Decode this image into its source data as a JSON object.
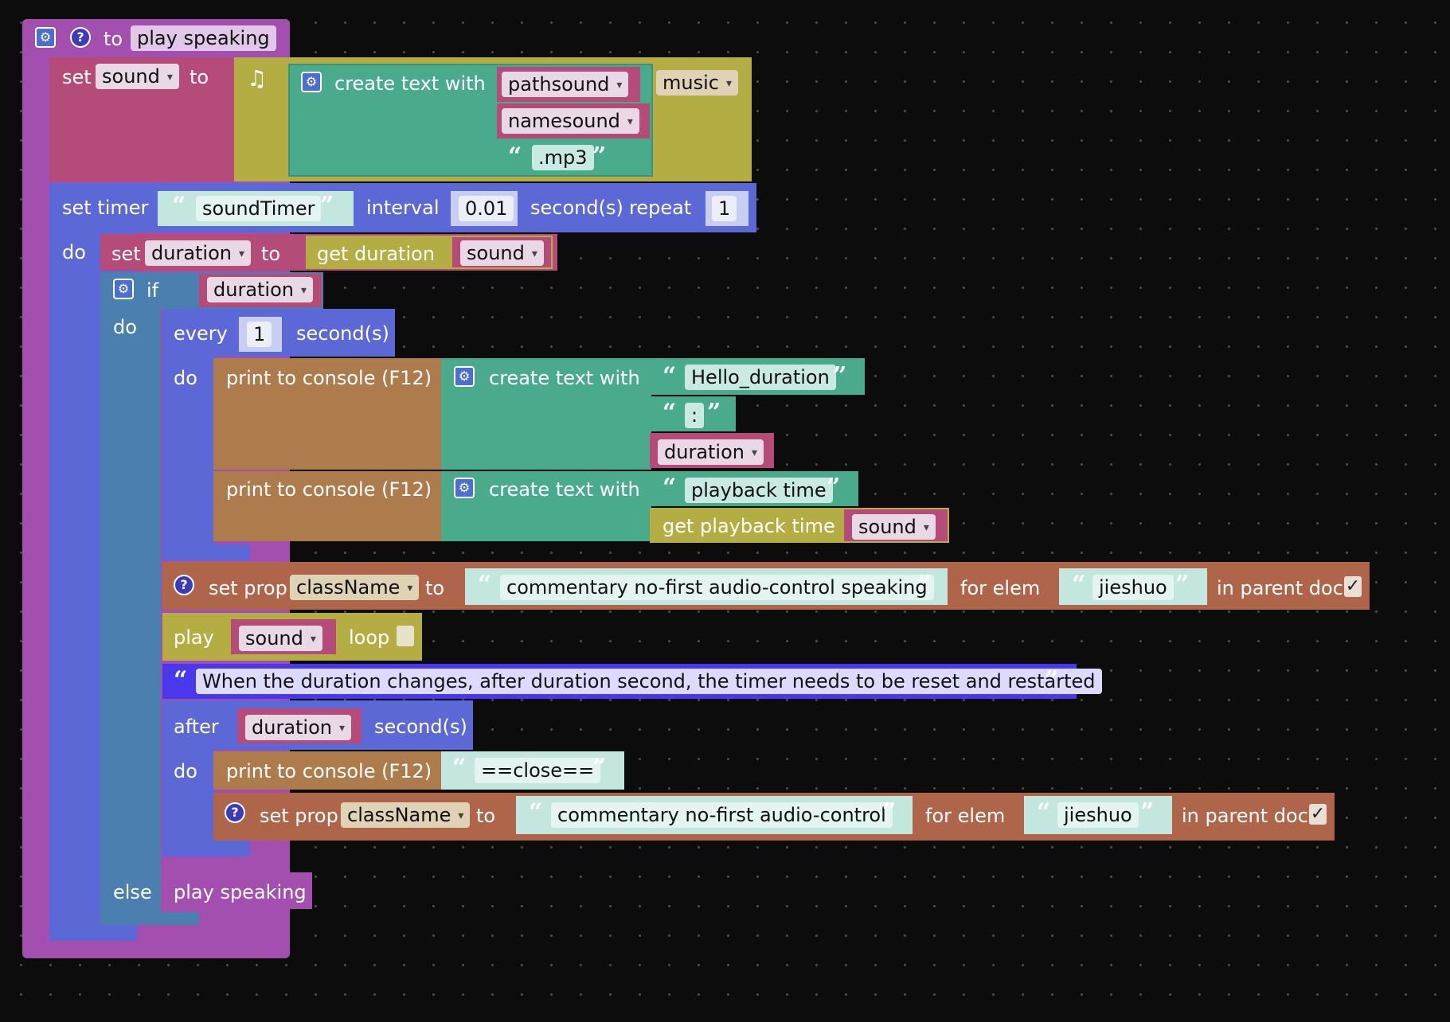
{
  "procedure": {
    "to_label": "to",
    "name": "play speaking",
    "call_name": "play speaking"
  },
  "set_sound": {
    "set_label": "set",
    "var": "sound",
    "to_label": "to",
    "music_icon": "music-note-icon",
    "create_text_label": "create text with",
    "items": [
      "pathsound",
      "namesound",
      ".mp3"
    ],
    "type_dropdown": "music"
  },
  "timer": {
    "set_timer_label": "set timer",
    "name": "soundTimer",
    "interval_label": "interval",
    "interval": "0.01",
    "seconds_label": "second(s)",
    "repeat_label": "repeat",
    "repeat": "1",
    "do_label": "do"
  },
  "set_duration": {
    "set_label": "set",
    "var": "duration",
    "to_label": "to",
    "get_duration_label": "get duration",
    "arg": "sound"
  },
  "if_block": {
    "if_label": "if",
    "condition": "duration",
    "do_label": "do",
    "else_label": "else"
  },
  "every": {
    "every_label": "every",
    "value": "1",
    "seconds_label": "second(s)",
    "do_label": "do"
  },
  "print1": {
    "label": "print to console (F12)",
    "create_text_label": "create text with",
    "text1": "Hello_duration",
    "text2": ":",
    "var": "duration"
  },
  "print2": {
    "label": "print to console (F12)",
    "create_text_label": "create text with",
    "text1": "playback time",
    "get_label": "get playback time",
    "arg": "sound"
  },
  "set_prop1": {
    "label": "set prop",
    "prop": "className",
    "to_label": "to",
    "value": "commentary no-first audio-control speaking",
    "for_elem_label": "for elem",
    "elem": "jieshuo",
    "in_parent_label": "in parent doc",
    "checked": "✓"
  },
  "play": {
    "label": "play",
    "var": "sound",
    "loop_label": "loop"
  },
  "comment": {
    "text": "When the duration changes, after duration second, the timer needs to be reset and restarted"
  },
  "after": {
    "label": "after",
    "var": "duration",
    "seconds_label": "second(s)",
    "do_label": "do"
  },
  "print3": {
    "label": "print to console (F12)",
    "text": "==close=="
  },
  "set_prop2": {
    "label": "set prop",
    "prop": "className",
    "to_label": "to",
    "value": "commentary no-first audio-control",
    "for_elem_label": "for elem",
    "elem": "jieshuo",
    "in_parent_label": "in parent doc",
    "checked": "✓"
  },
  "colors": {
    "procedure": "#a24fb0",
    "variables": "#b54b78",
    "sound": "#b3ad44",
    "text": "#4aab8c",
    "timer": "#5b68d6",
    "control": "#4a7fb0",
    "console": "#ae7b4c",
    "property": "#ae6549",
    "comment": "#4a39ea"
  }
}
